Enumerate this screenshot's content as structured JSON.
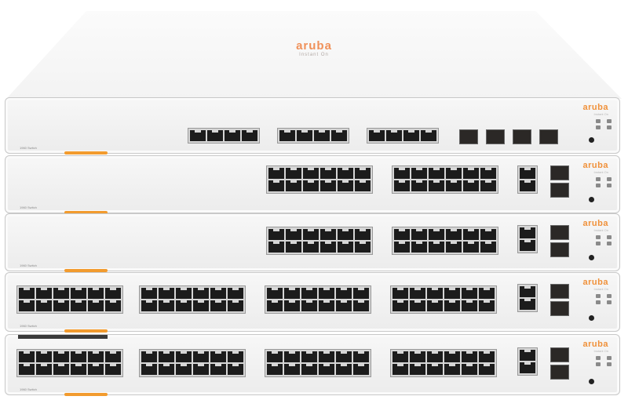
{
  "scene": {
    "description": "Five stacked Aruba Instant On network switches, product photo on white background",
    "top_lid": {
      "logo": "aruba",
      "sub": "Instant On"
    },
    "switches": [
      {
        "id": 1,
        "type": "12-port + 4 SFP",
        "brand": "aruba",
        "brand_sub": "Instant On",
        "model_label": "1960 Switch"
      },
      {
        "id": 2,
        "type": "24-port + 2 RJ45 + 2 SFP",
        "brand": "aruba",
        "brand_sub": "Instant On",
        "model_label": "1960 Switch"
      },
      {
        "id": 3,
        "type": "24-port PoE + 2 RJ45 + 2 SFP",
        "brand": "aruba",
        "brand_sub": "Instant On",
        "model_label": "1960 Switch"
      },
      {
        "id": 4,
        "type": "48-port + 2 RJ45 + 2 SFP",
        "brand": "aruba",
        "brand_sub": "Instant On",
        "model_label": "1960 Switch"
      },
      {
        "id": 5,
        "type": "48-port PoE + 2 RJ45 + 2 SFP",
        "brand": "aruba",
        "brand_sub": "Instant On",
        "model_label": "1960 Switch"
      }
    ],
    "colors": {
      "brand_orange": "#f0913a",
      "chassis": "#f2f2f2",
      "port": "#1c1c1c",
      "pull_tab": "#f29b2e"
    }
  }
}
